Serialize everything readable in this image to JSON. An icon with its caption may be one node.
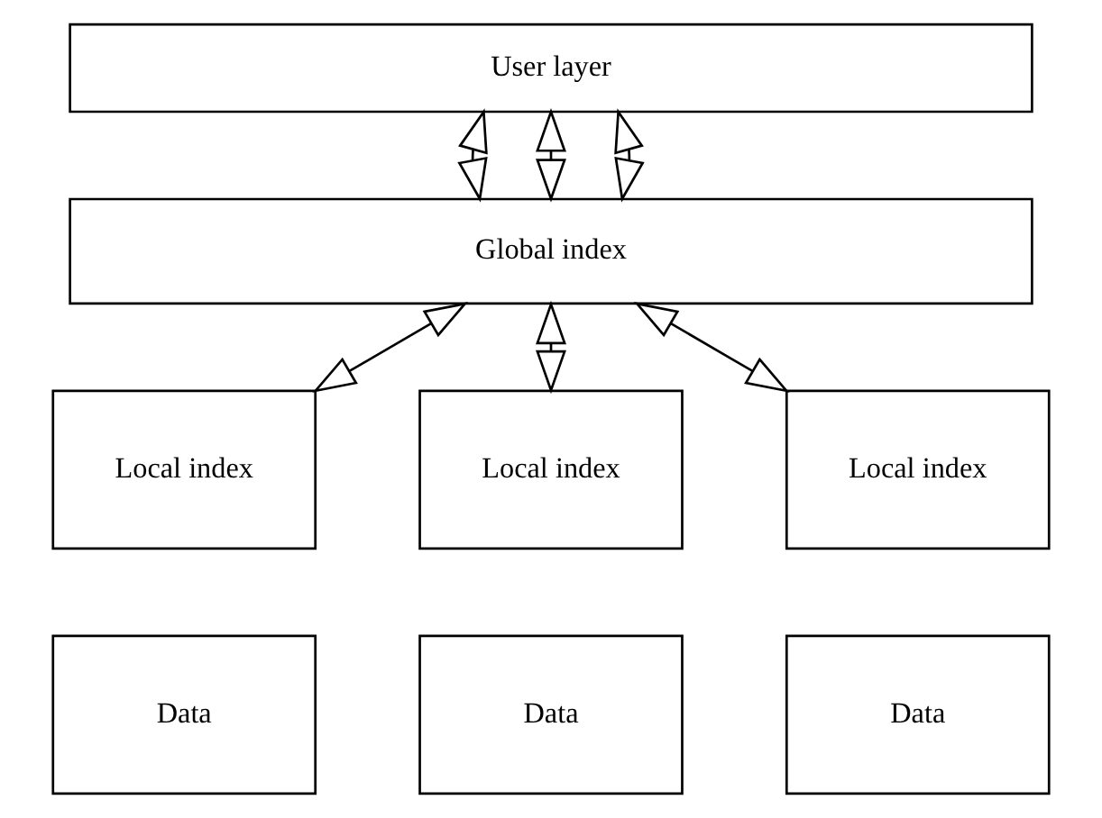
{
  "diagram": {
    "nodes": [
      {
        "text": [
          "User layer"
        ]
      },
      {
        "text": [
          "Global index"
        ]
      },
      {
        "text": [
          "Local index"
        ]
      },
      {
        "text": [
          "Data"
        ]
      },
      {
        "text": [
          "Local index"
        ]
      },
      {
        "text": [
          "Data"
        ]
      },
      {
        "text": [
          "Local index"
        ]
      },
      {
        "text": [
          "Data"
        ]
      }
    ],
    "edges": [
      {
        "from": 0,
        "to": 1,
        "arrow": "both"
      },
      {
        "from": 0,
        "to": 1,
        "arrow": "both"
      },
      {
        "from": 0,
        "to": 1,
        "arrow": "both"
      },
      {
        "from": 1,
        "to": 2,
        "arrow": "both"
      },
      {
        "from": 1,
        "to": 4,
        "arrow": "both"
      },
      {
        "from": 1,
        "to": 6,
        "arrow": "both"
      }
    ]
  }
}
